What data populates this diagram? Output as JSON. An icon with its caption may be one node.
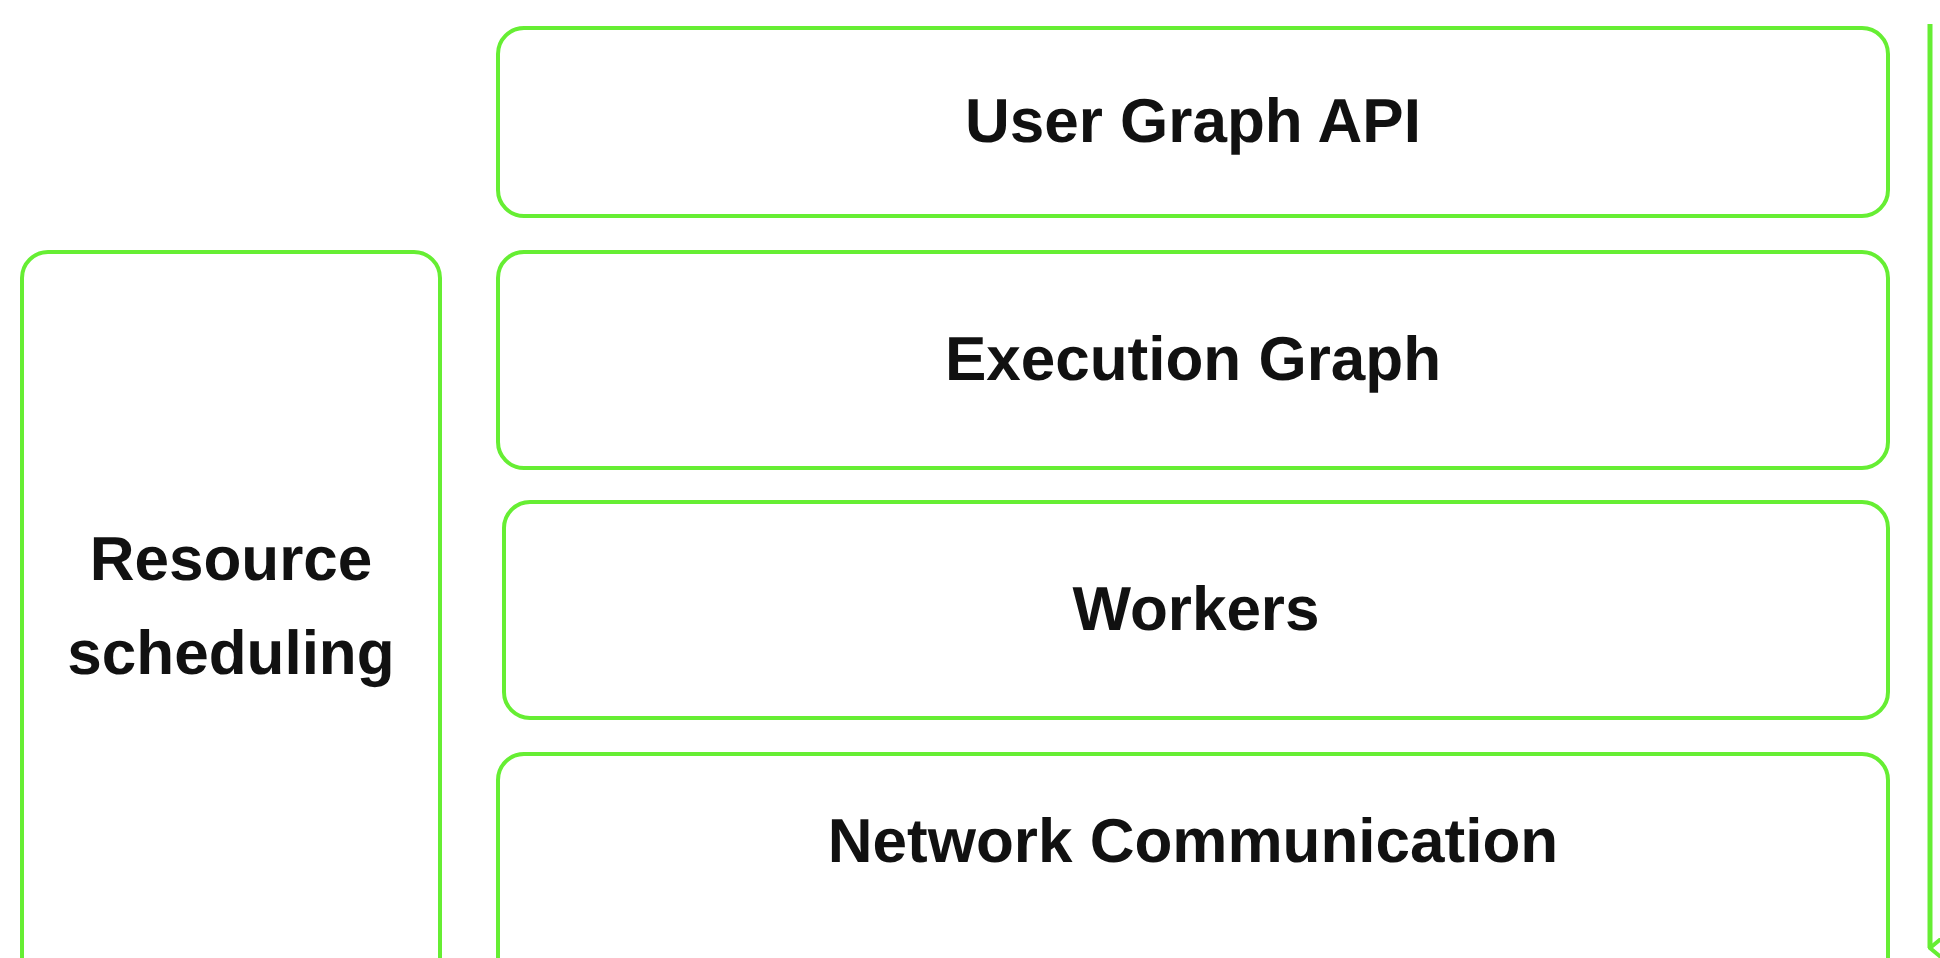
{
  "diagram": {
    "nodes": [
      {
        "text": [
          "User Graph API"
        ]
      },
      {
        "text": [
          "Resource scheduling"
        ]
      },
      {
        "text": [
          "Execution Graph"
        ]
      },
      {
        "text": [
          "Workers"
        ]
      },
      {
        "text": [
          "Network Communication"
        ]
      }
    ]
  }
}
